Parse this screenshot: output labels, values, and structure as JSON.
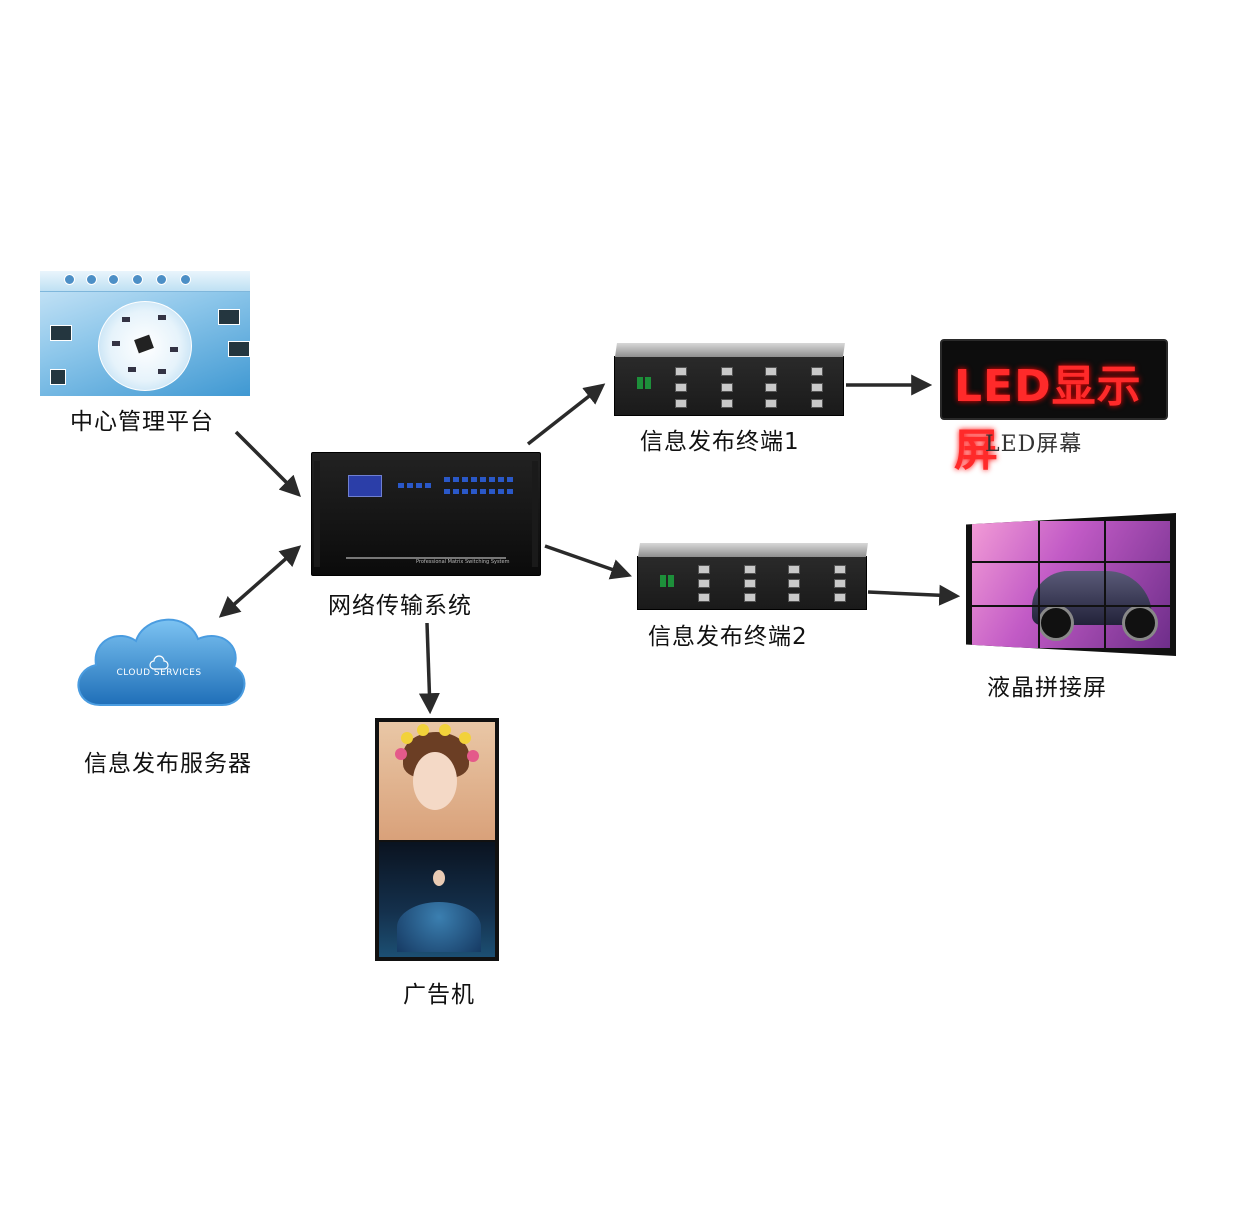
{
  "nodes": {
    "platform": "中心管理平台",
    "network": "网络传输系统",
    "server": "信息发布服务器",
    "ad_machine": "广告机",
    "terminal1": "信息发布终端1",
    "terminal2": "信息发布终端2",
    "led_screen": "LED屏幕",
    "lcd_wall": "液晶拼接屏"
  },
  "led_sign_text": "LED显示屏",
  "cloud_text": "CLOUD SERVICES",
  "chassis_caption": "Professional Matrix Switching System",
  "colors": {
    "arrow": "#2a2a2a",
    "led": "#ff2a2a",
    "cloud": "#3b8fd6"
  }
}
